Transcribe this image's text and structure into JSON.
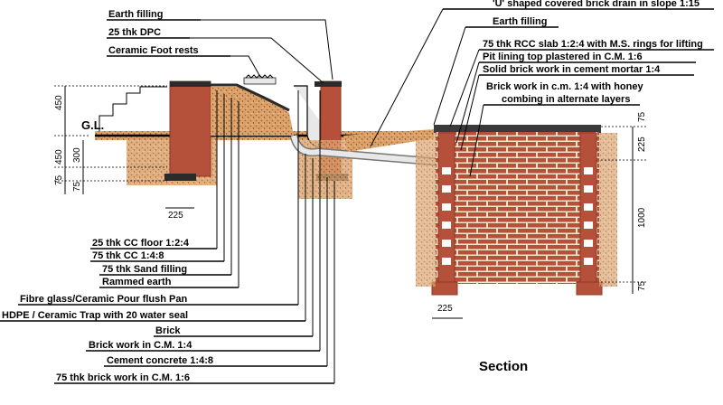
{
  "title": "Section",
  "colors": {
    "brick": "#b5503a",
    "brick_dark": "#8e3a26",
    "mortar": "#f4e3c8",
    "earth": "#d9a36a",
    "concrete": "#2b2b2b",
    "slab": "#3a3a3a",
    "pipe": "#e8e8e8"
  },
  "labels_top_left": [
    "Earth filling",
    "25 thk DPC",
    "Ceramic Foot rests"
  ],
  "labels_top_right": [
    "'U' shaped covered brick drain in slope 1:15",
    "Earth filling",
    "75 thk RCC slab 1:2:4 with M.S. rings for lifting",
    "Pit lining top plastered in C.M. 1:6",
    "Solid brick work in cement mortar 1:4",
    "Brick work in c.m. 1:4 with honey",
    "combing in alternate layers"
  ],
  "labels_bottom": [
    "25 thk CC floor 1:2:4",
    "75 thk CC 1:4:8",
    "75 thk Sand filling",
    "Rammed earth",
    "Fibre glass/Ceramic Pour flush Pan",
    "HDPE / Ceramic Trap with 20 water seal",
    "Brick",
    "Brick work in C.M. 1:4",
    "Cement concrete 1:4:8",
    "75 thk brick work in C.M. 1:6"
  ],
  "ground_level": "G.L.",
  "dims_left": [
    "450",
    "450",
    "300",
    "75",
    "75"
  ],
  "dims_right": [
    "75",
    "225",
    "1000",
    "75"
  ],
  "dim_225_left": "225",
  "dim_225_right": "225"
}
